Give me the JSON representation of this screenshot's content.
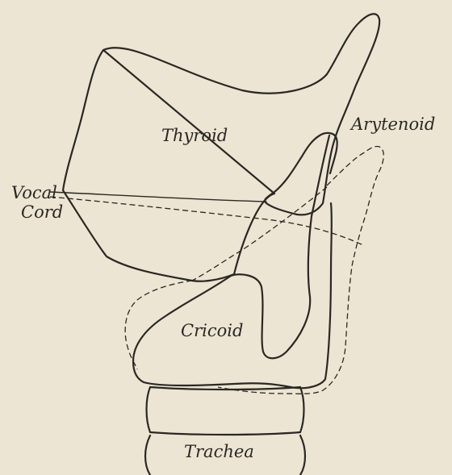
{
  "labels": {
    "thyroid": "Thyroid",
    "arytenoid": "Arytenoid",
    "vocal_cord_line1": "Vocal",
    "vocal_cord_line2": "Cord",
    "cricoid": "Cricoid",
    "trachea": "Trachea"
  }
}
